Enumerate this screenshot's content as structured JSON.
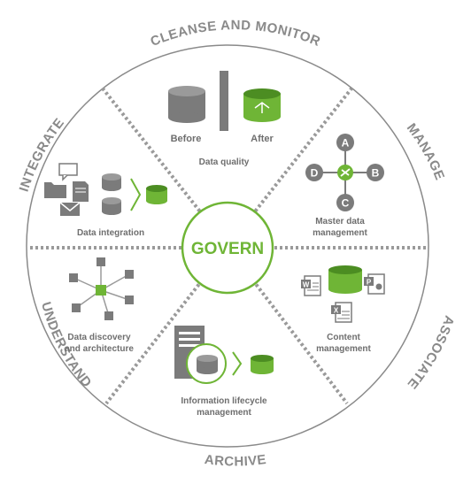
{
  "center": {
    "label": "GOVERN"
  },
  "ring": {
    "top": "CLEANSE AND MONITOR",
    "right_top": "MANAGE",
    "right_bottom": "ASSOCIATE",
    "bottom": "ARCHIVE",
    "left_bottom": "UNDERSTAND",
    "left_top": "INTEGRATE"
  },
  "segments": {
    "data_quality": {
      "before": "Before",
      "after": "After",
      "caption": "Data quality"
    },
    "master_data": {
      "nodes": [
        "A",
        "B",
        "C",
        "D"
      ],
      "caption_line1": "Master data",
      "caption_line2": "management"
    },
    "content": {
      "caption_line1": "Content",
      "caption_line2": "management"
    },
    "lifecycle": {
      "caption_line1": "Information lifecycle",
      "caption_line2": "management"
    },
    "discovery": {
      "caption_line1": "Data discovery",
      "caption_line2": "and architecture"
    },
    "integration": {
      "caption": "Data integration"
    }
  },
  "colors": {
    "gray": "#7b7b7b",
    "light_gray": "#9a9a9a",
    "green": "#6fb536",
    "dark_green": "#4c8d22"
  }
}
